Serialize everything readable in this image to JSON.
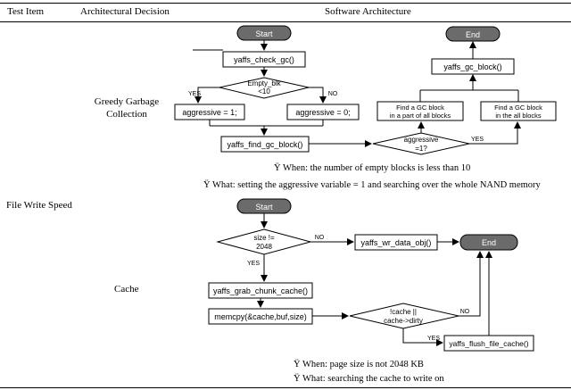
{
  "header": {
    "col1": "Test Item",
    "col2": "Architectural Decision",
    "col3": "Software Architecture"
  },
  "test_item": "File Write Speed",
  "gc": {
    "decision": "Greedy Garbage Collection",
    "start": "Start",
    "end": "End",
    "check": "yaffs_check_gc()",
    "cond_line1": "Empty_blk",
    "cond_line2": "<10",
    "yes": "YES",
    "no": "NO",
    "aggr1": "aggressive = 1;",
    "aggr0": "aggressive = 0;",
    "find": "yaffs_find_gc_block()",
    "aggr_q_line1": "aggressive",
    "aggr_q_line2": "=1?",
    "yes2": "YES",
    "part_line1": "Find a GC block",
    "part_line2": "in a part of all blocks",
    "all_line1": "Find a GC block",
    "all_line2": "in the all blocks",
    "gc_block": "yaffs_gc_block()",
    "when": "Ÿ When: the number of empty blocks is less than 10",
    "what": "Ÿ What: setting the aggressive variable = 1 and searching over the whole NAND memory"
  },
  "cache": {
    "decision": "Cache",
    "start": "Start",
    "end": "End",
    "size_line1": "size !=",
    "size_line2": "2048",
    "no": "NO",
    "yes": "YES",
    "wr": "yaffs_wr_data_obj()",
    "grab": "yaffs_grab_chunk_cache()",
    "memcpy": "memcpy(&cache,buf,size)",
    "cc_line1": "!cache ||",
    "cc_line2": "cache->dirty",
    "no2": "NO",
    "yes2": "YES",
    "flush": "yaffs_flush_file_cache()",
    "when": "Ÿ When: page size is not 2048 KB",
    "what": "Ÿ What: searching the cache to write on"
  }
}
